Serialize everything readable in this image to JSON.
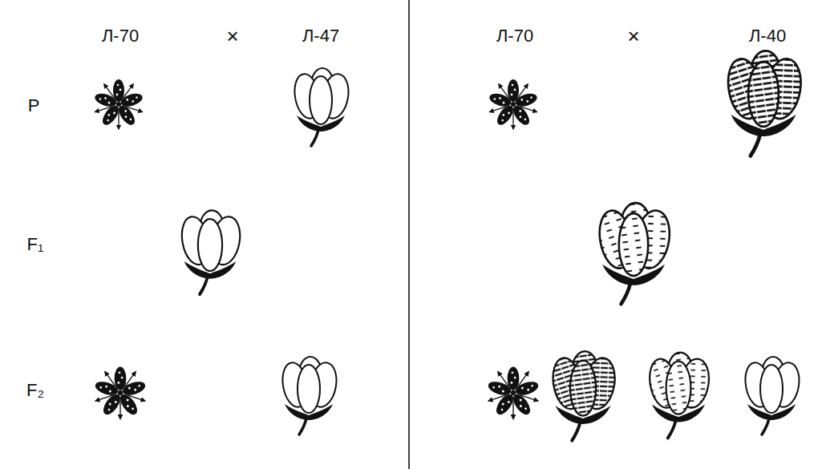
{
  "diagram": {
    "labels": [
      "Л-70",
      "×",
      "Л-47",
      "Л-70",
      "×",
      "Л-40",
      "P",
      "F₁",
      "F₂"
    ]
  }
}
